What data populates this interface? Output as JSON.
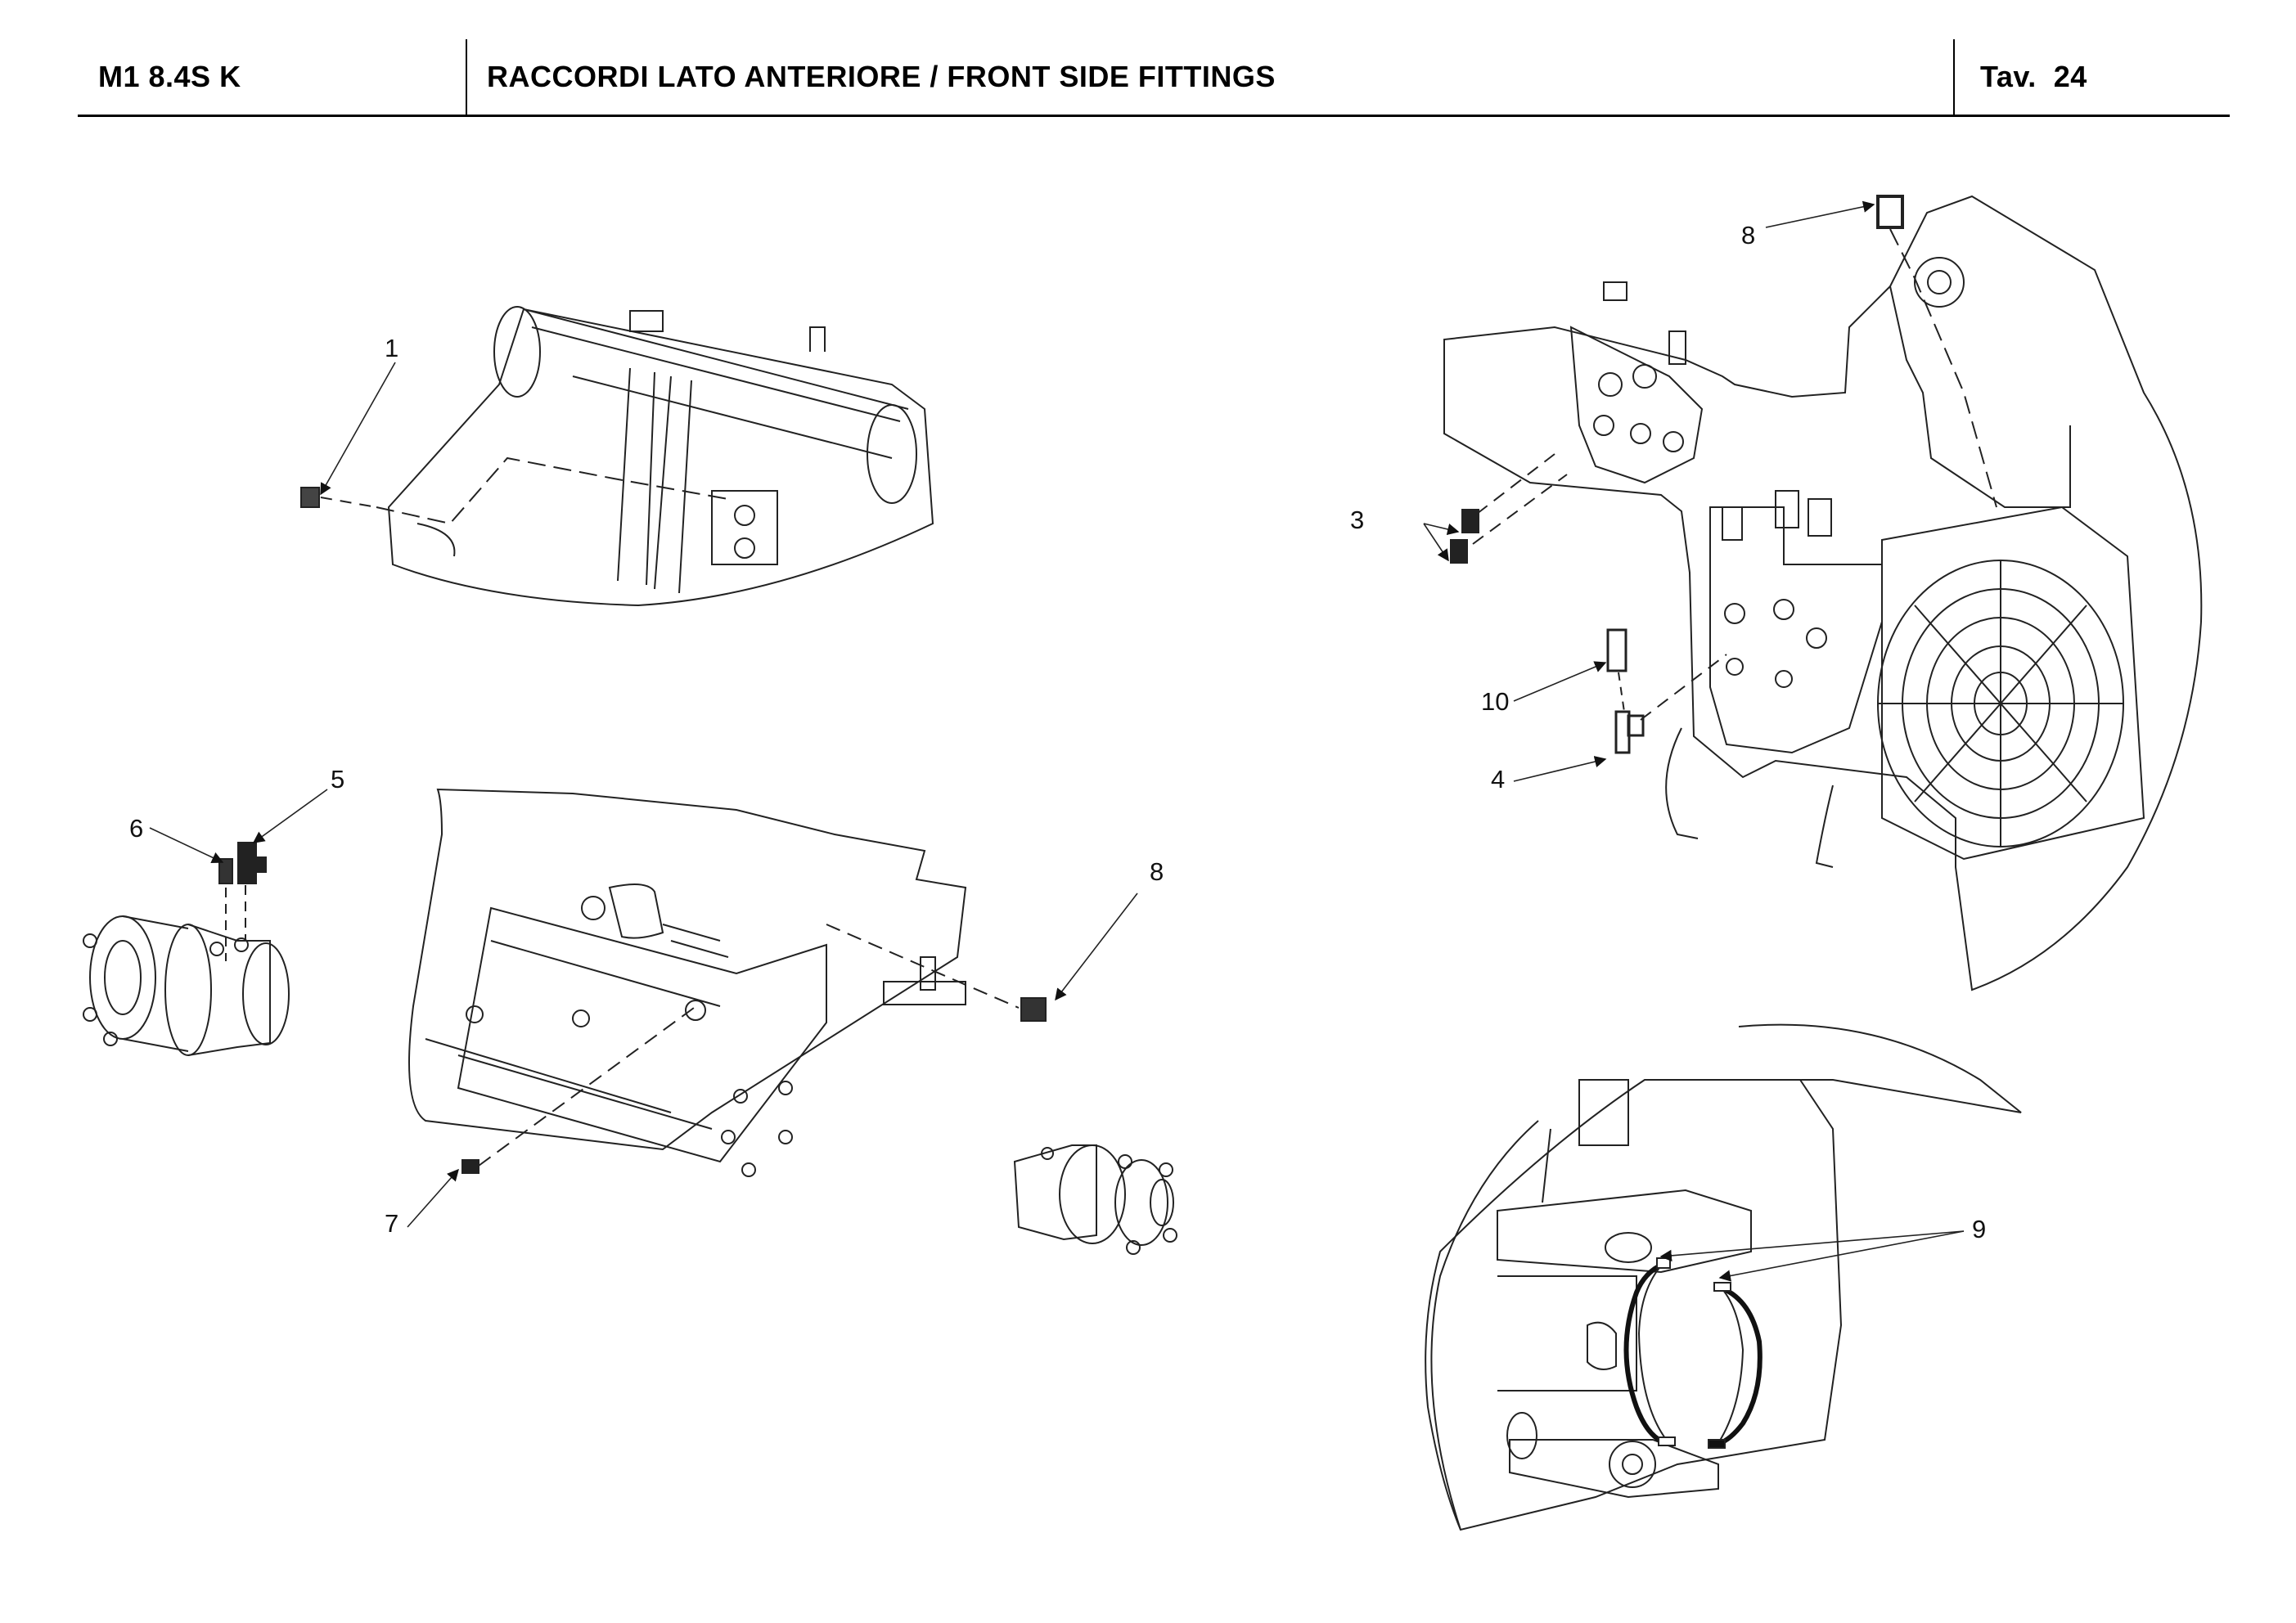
{
  "header": {
    "model": "M1 8.4S K",
    "title": "RACCORDI LATO ANTERIORE / FRONT SIDE FITTINGS",
    "table_label": "Tav.",
    "table_number": "24"
  },
  "callouts": [
    {
      "id": "1",
      "label": "1"
    },
    {
      "id": "3",
      "label": "3"
    },
    {
      "id": "4",
      "label": "4"
    },
    {
      "id": "5",
      "label": "5"
    },
    {
      "id": "6",
      "label": "6"
    },
    {
      "id": "7",
      "label": "7"
    },
    {
      "id": "8a",
      "label": "8"
    },
    {
      "id": "8b",
      "label": "8"
    },
    {
      "id": "9",
      "label": "9"
    },
    {
      "id": "10",
      "label": "10"
    }
  ],
  "views": [
    {
      "name": "front-axle-frame-view",
      "parts": [
        "1"
      ]
    },
    {
      "name": "wheel-motor-detail-view",
      "parts": [
        "5",
        "6"
      ]
    },
    {
      "name": "front-chassis-tank-view",
      "parts": [
        "7",
        "8"
      ]
    },
    {
      "name": "valve-block-fan-view",
      "parts": [
        "3",
        "4",
        "8",
        "10"
      ]
    },
    {
      "name": "articulation-joint-view",
      "parts": [
        "9"
      ]
    }
  ]
}
